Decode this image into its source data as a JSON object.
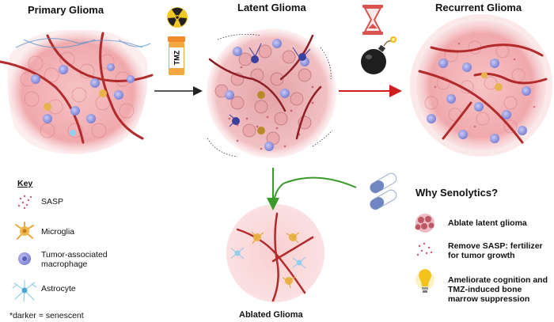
{
  "titles": {
    "primary": "Primary Glioma",
    "latent": "Latent Glioma",
    "recurrent": "Recurrent Glioma",
    "ablated": "Ablated Glioma"
  },
  "treatment": {
    "tmz_label": "TMZ"
  },
  "key": {
    "heading": "Key",
    "items": [
      {
        "label": "SASP"
      },
      {
        "label": "Microglia"
      },
      {
        "label": "Tumor-associated macrophage"
      },
      {
        "label": "Astrocyte"
      }
    ],
    "footnote": "*darker = senescent"
  },
  "why": {
    "heading": "Why Senolytics?",
    "items": [
      {
        "label": "Ablate latent glioma"
      },
      {
        "label": "Remove SASP: fertilizer for tumor growth"
      },
      {
        "label": "Ameliorate cognition and TMZ-induced bone marrow suppression"
      }
    ]
  },
  "icons": [
    "radiation-icon",
    "pill-bottle-icon",
    "hourglass-icon",
    "bomb-icon",
    "capsule-icon",
    "lightbulb-icon"
  ],
  "colors": {
    "tumor": "#f2b6b8",
    "vessel": "#b22a2a",
    "macrophage": "#9a9ee0",
    "microglia": "#e8a93a",
    "astrocyte": "#7fc7e8",
    "arrow_black": "#222222",
    "arrow_red": "#d11f1f",
    "arrow_green": "#3a9a2a"
  }
}
